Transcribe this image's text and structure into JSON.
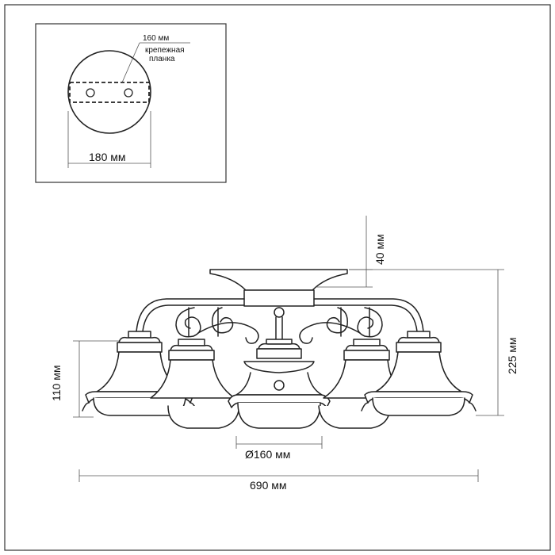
{
  "inset": {
    "label_160": "160 мм",
    "label_plate_line1": "крепежная",
    "label_plate_line2": "планка",
    "label_180": "180 мм"
  },
  "main": {
    "label_40": "40 мм",
    "label_225": "225 мм",
    "label_110": "110 мм",
    "label_d160": "Ø160 мм",
    "label_690": "690 мм"
  },
  "colors": {
    "stroke": "#222222",
    "frame": "#333333",
    "dim": "#555555"
  }
}
